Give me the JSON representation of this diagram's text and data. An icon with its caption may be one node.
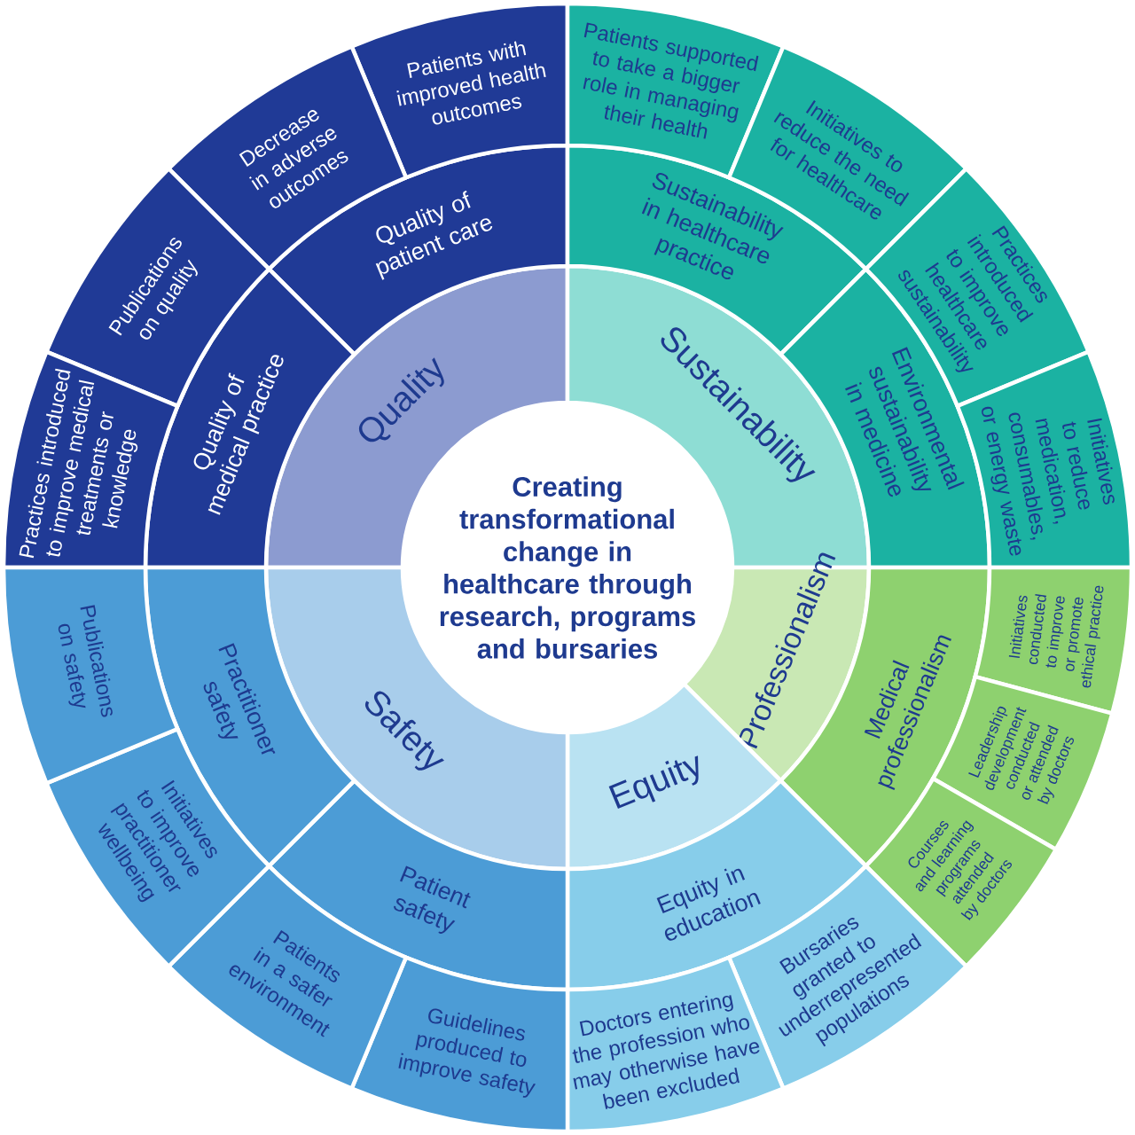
{
  "diagram": {
    "nodes": [
      {
        "text": [
          "Creating transformational change in healthcare through research, programs and bursaries"
        ]
      },
      {
        "text": [
          "Quality"
        ]
      },
      {
        "text": [
          "Sustainability"
        ]
      },
      {
        "text": [
          "Professionalism"
        ]
      },
      {
        "text": [
          "Equity"
        ]
      },
      {
        "text": [
          "Safety"
        ]
      },
      {
        "text": [
          "Quality of patient care"
        ]
      },
      {
        "text": [
          "Quality of medical practice"
        ]
      },
      {
        "text": [
          "Sustainability in healthcare practice"
        ]
      },
      {
        "text": [
          "Environmental sustainability in medicine"
        ]
      },
      {
        "text": [
          "Medical professionalism"
        ]
      },
      {
        "text": [
          "Equity in education"
        ]
      },
      {
        "text": [
          "Patient safety"
        ]
      },
      {
        "text": [
          "Practitioner safety"
        ]
      },
      {
        "text": [
          "Patients with improved health outcomes"
        ]
      },
      {
        "text": [
          "Decrease in adverse outcomes"
        ]
      },
      {
        "text": [
          "Publications on quality"
        ]
      },
      {
        "text": [
          "Practices introduced to improve medical treatments or knowledge"
        ]
      },
      {
        "text": [
          "Patients supported to take a bigger role in managing their health"
        ]
      },
      {
        "text": [
          "Initiatives to reduce the need for healthcare"
        ]
      },
      {
        "text": [
          "Practices introduced to improve healthcare sustainability"
        ]
      },
      {
        "text": [
          "Initiatives to reduce medication, consumables, or energy waste"
        ]
      },
      {
        "text": [
          "Initiatives conducted to improve or promote ethical practice"
        ]
      },
      {
        "text": [
          "Leadership development conducted or attended by doctors"
        ]
      },
      {
        "text": [
          "Courses and learning programs attended by doctors"
        ]
      },
      {
        "text": [
          "Bursaries granted to underrepresented populations"
        ]
      },
      {
        "text": [
          "Doctors entering the profession who may otherwise have been excluded"
        ]
      },
      {
        "text": [
          "Guidelines produced to improve safety"
        ]
      },
      {
        "text": [
          "Patients in a safer environment"
        ]
      },
      {
        "text": [
          "Initiatives to improve practitioner wellbeing"
        ]
      },
      {
        "text": [
          "Publications on safety"
        ]
      }
    ]
  }
}
